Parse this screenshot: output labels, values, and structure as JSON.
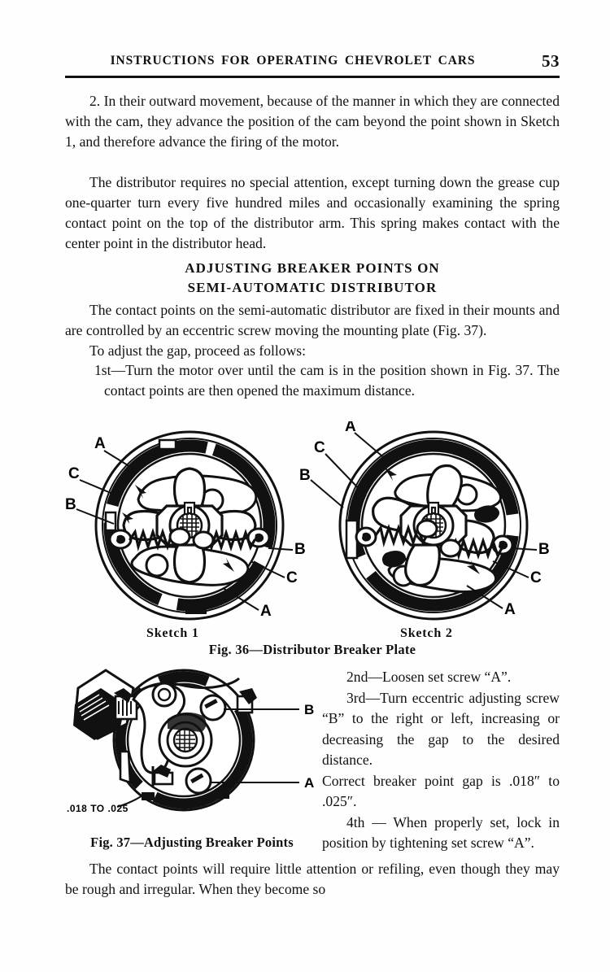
{
  "page": {
    "running_head": "INSTRUCTIONS FOR OPERATING CHEVROLET CARS",
    "page_number": "53"
  },
  "body": {
    "para_1": "2.   In their outward movement, because of the manner in which they are connected with the cam, they advance the position of the cam beyond the point shown in Sketch 1, and therefore advance the firing of the motor.",
    "para_2": "The distributor requires no special attention, except turning down the grease cup one-quarter turn every five hundred miles and occasionally examining the spring contact point on the top of the distributor arm.   This spring makes contact with the center point in the distributor head.",
    "heading_line_1": "ADJUSTING BREAKER POINTS ON",
    "heading_line_2": "SEMI-AUTOMATIC DISTRIBUTOR",
    "para_3": "The contact points on the semi-automatic distributor are fixed in their mounts and are controlled by an eccentric screw moving the mounting plate (Fig. 37).",
    "para_3b": "To adjust the gap, proceed as follows:",
    "step_1": "1st—Turn the motor over until the cam is in the position shown in Fig. 37. The contact points are then opened the maximum distance.",
    "para_final": "The contact points will require little attention  or refiling, even though they may be rough and irregular.   When they become so"
  },
  "figure_36": {
    "sketch_1_label": "Sketch 1",
    "sketch_2_label": "Sketch 2",
    "caption": "Fig. 36—Distributor Breaker Plate",
    "callouts": {
      "a": "A",
      "b": "B",
      "c": "C"
    }
  },
  "figure_37": {
    "caption": "Fig. 37—Adjusting Breaker Points",
    "gap_label": ".018 TO .025",
    "callouts": {
      "a": "A",
      "b": "B"
    }
  },
  "right_column": {
    "step_2": "2nd—Loosen set screw “A”.",
    "step_3": "3rd—Turn eccentric adjusting screw “B” to the right or left, increasing or decreasing the gap to the desired distance.",
    "note": "Correct breaker point gap is .018″ to .025″.",
    "step_4": "4th — When properly set, lock in position by tightening set screw  “A”."
  },
  "colors": {
    "ink": "#111111",
    "paper": "#fefefe"
  }
}
